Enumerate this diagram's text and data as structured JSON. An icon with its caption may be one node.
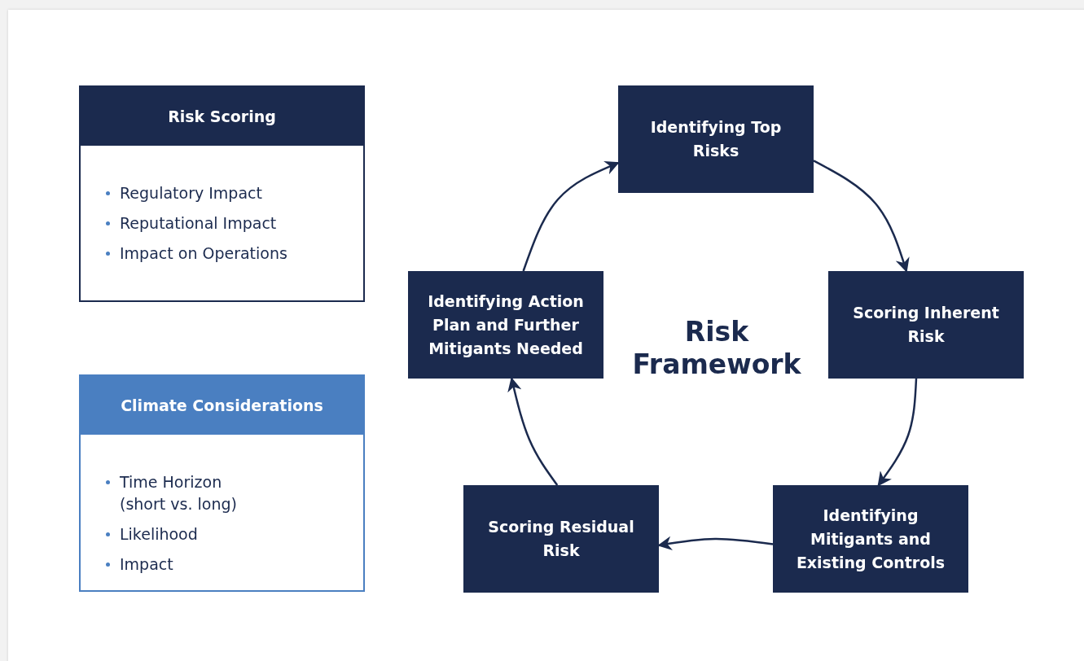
{
  "diagram": {
    "title": "Risk Framework",
    "nodes": [
      {
        "text": [
          "Risk Scoring",
          "Regulatory Impact",
          "Reputational Impact",
          "Impact on Operations"
        ]
      },
      {
        "text": [
          "Climate Considerations",
          "Time Horizon (short vs. long)",
          "Likelihood",
          "Impact"
        ]
      },
      {
        "text": [
          "Identifying Top Risks"
        ]
      },
      {
        "text": [
          "Scoring Inherent Risk"
        ]
      },
      {
        "text": [
          "Identifying Mitigants and Existing Controls"
        ]
      },
      {
        "text": [
          "Scoring Residual Risk"
        ]
      },
      {
        "text": [
          "Identifying Action Plan and Further Mitigants Needed"
        ]
      }
    ],
    "edges": [
      {
        "from": 2,
        "to": 3,
        "arrow": "to"
      },
      {
        "from": 3,
        "to": 4,
        "arrow": "to"
      },
      {
        "from": 4,
        "to": 5,
        "arrow": "to"
      },
      {
        "from": 5,
        "to": 6,
        "arrow": "to"
      },
      {
        "from": 6,
        "to": 2,
        "arrow": "to"
      }
    ]
  }
}
